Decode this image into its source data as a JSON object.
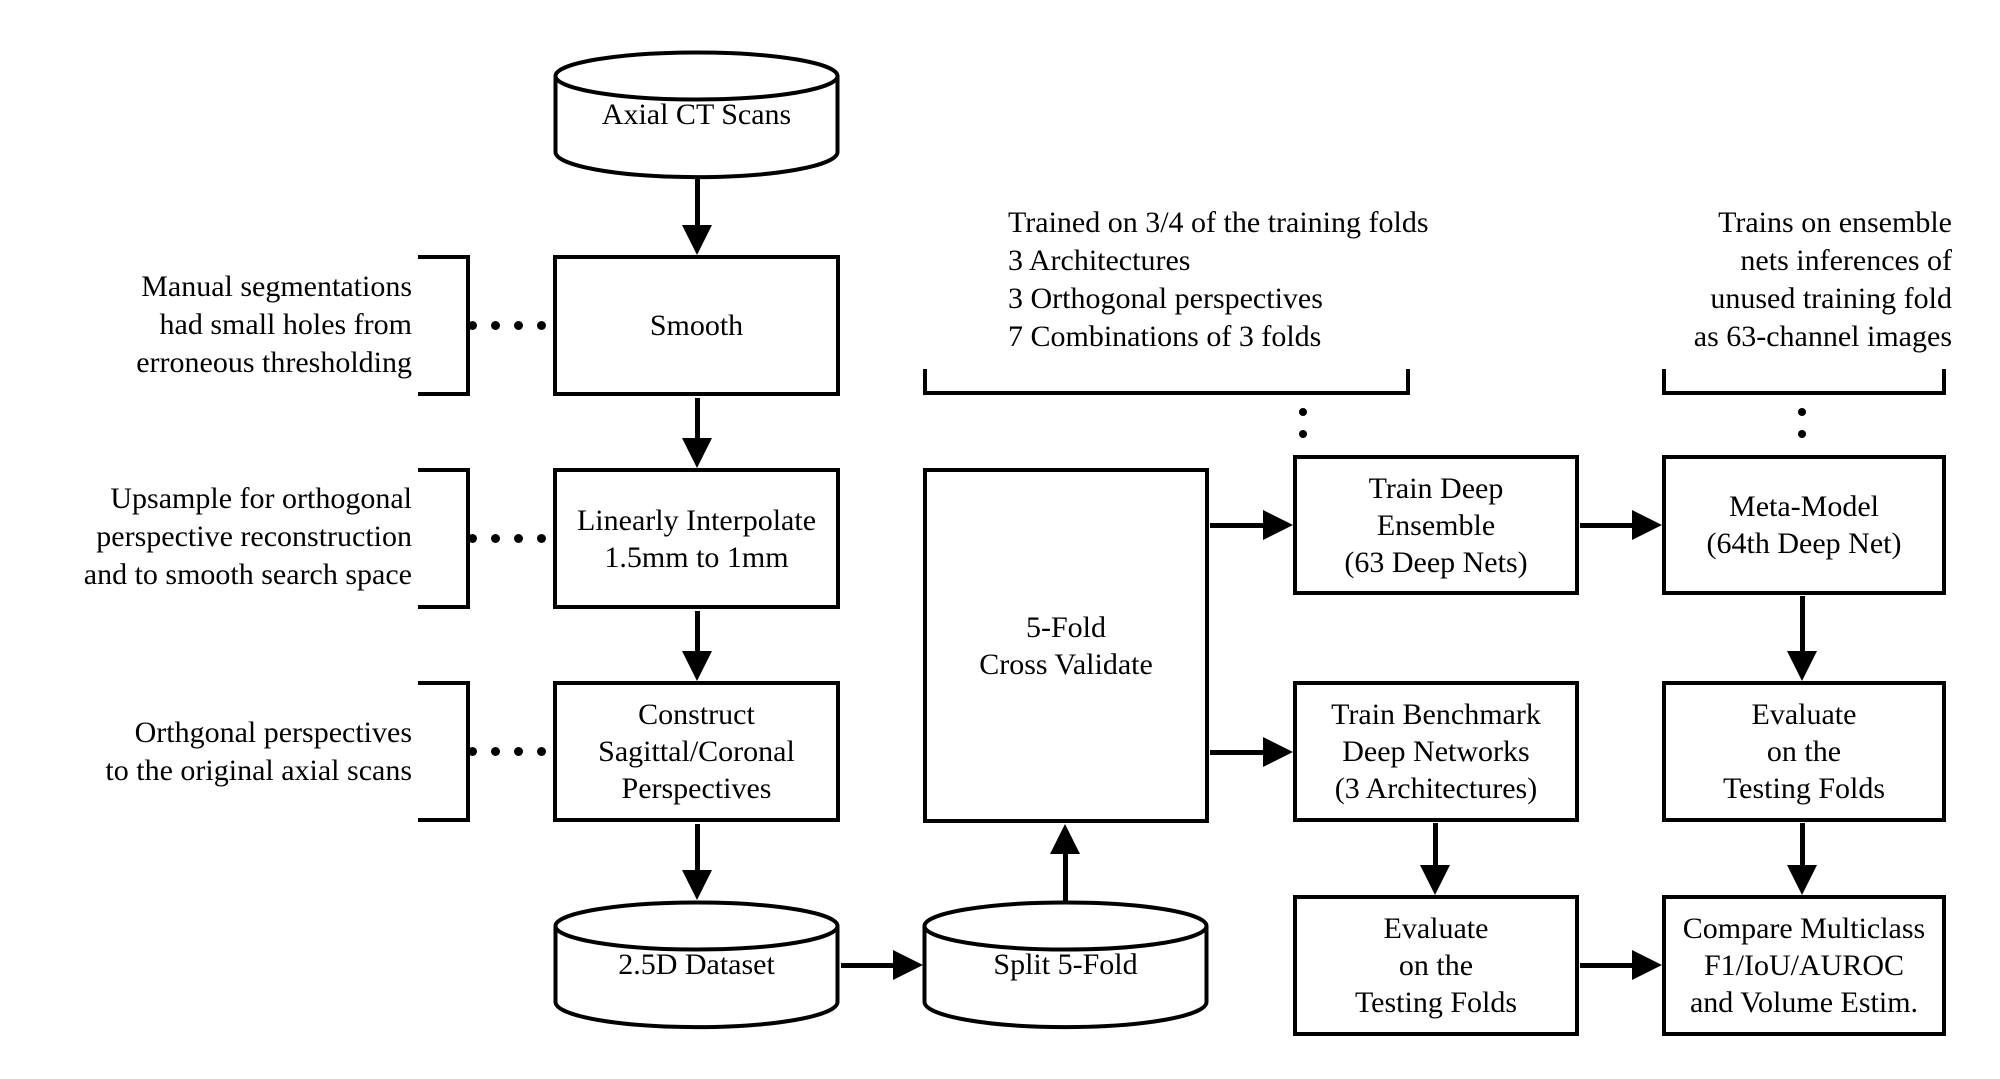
{
  "nodes": {
    "axial_ct_scans": "Axial CT Scans",
    "smooth": "Smooth",
    "linearly_interpolate": [
      "Linearly Interpolate",
      "1.5mm to 1mm"
    ],
    "construct_perspectives": [
      "Construct",
      "Sagittal/Coronal",
      "Perspectives"
    ],
    "dataset_25d": "2.5D Dataset",
    "split_5fold": "Split 5-Fold",
    "cross_validate": [
      "5-Fold",
      "Cross Validate"
    ],
    "train_deep_ensemble": [
      "Train Deep",
      "Ensemble",
      "(63 Deep Nets)"
    ],
    "train_benchmark": [
      "Train Benchmark",
      "Deep Networks",
      "(3 Architectures)"
    ],
    "meta_model": [
      "Meta-Model",
      "(64th Deep Net)"
    ],
    "evaluate_benchmark": [
      "Evaluate",
      "on the",
      "Testing Folds"
    ],
    "evaluate_meta": [
      "Evaluate",
      "on the",
      "Testing Folds"
    ],
    "compare_results": [
      "Compare Multiclass",
      "F1/IoU/AUROC",
      "and Volume Estim."
    ]
  },
  "annotations": {
    "manual_segmentations": [
      "Manual segmentations",
      "had small holes from",
      "erroneous thresholding"
    ],
    "upsample": [
      "Upsample for orthogonal",
      "perspective reconstruction",
      "and to smooth search space"
    ],
    "orthogonal": [
      "Orthgonal perspectives",
      "to the original axial scans"
    ],
    "ensemble_training": [
      "Trained on 3/4 of the training folds",
      "3 Architectures",
      "3 Orthogonal perspectives",
      "7 Combinations of 3 folds"
    ],
    "meta_training": [
      "Trains on ensemble",
      "nets inferences of",
      "unused training fold",
      "as 63-channel images"
    ]
  },
  "colors": {
    "stroke": "#000000",
    "background": "#ffffff"
  }
}
